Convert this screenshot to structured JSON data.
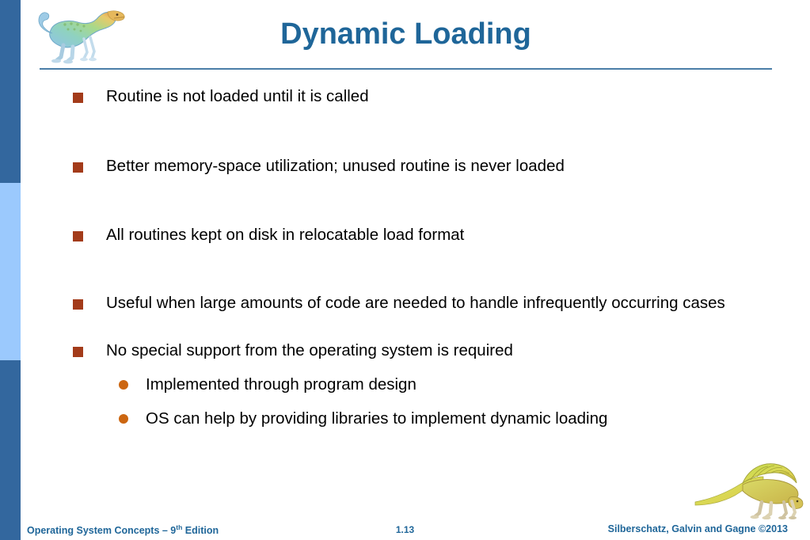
{
  "slide": {
    "title": "Dynamic Loading",
    "title_color": "#1F6699",
    "background_color": "#FFFFFF"
  },
  "sidebar": {
    "bands": [
      {
        "name": "top-band",
        "color": "#33679E"
      },
      {
        "name": "middle-band",
        "color": "#9BC9FD"
      },
      {
        "name": "bottom-band",
        "color": "#33679E"
      }
    ]
  },
  "decorations": {
    "logo_icon": "dinosaur-logo-icon",
    "corner_icon": "dimetrodon-dinosaur-icon"
  },
  "bullets": {
    "marker_square_color": "#A33B1A",
    "marker_dot_color": "#CC6611",
    "items": [
      {
        "text": "Routine is not loaded until it is called"
      },
      {
        "text": "Better memory-space utilization; unused routine is never loaded"
      },
      {
        "text": "All routines kept on disk in relocatable load format"
      },
      {
        "text": "Useful when large amounts of code are needed to handle infrequently occurring cases"
      },
      {
        "text": "No special support from the operating system is required",
        "sub_items": [
          {
            "text": "Implemented through program design"
          },
          {
            "text": "OS can help by providing libraries to implement dynamic loading"
          }
        ]
      }
    ]
  },
  "footer": {
    "book_title": "Operating System Concepts",
    "edition_prefix": " – 9",
    "edition_sup": "th",
    "edition_suffix": " Edition",
    "page_number": "1.13",
    "credit": "Silberschatz, Galvin and Gagne ©2013"
  }
}
